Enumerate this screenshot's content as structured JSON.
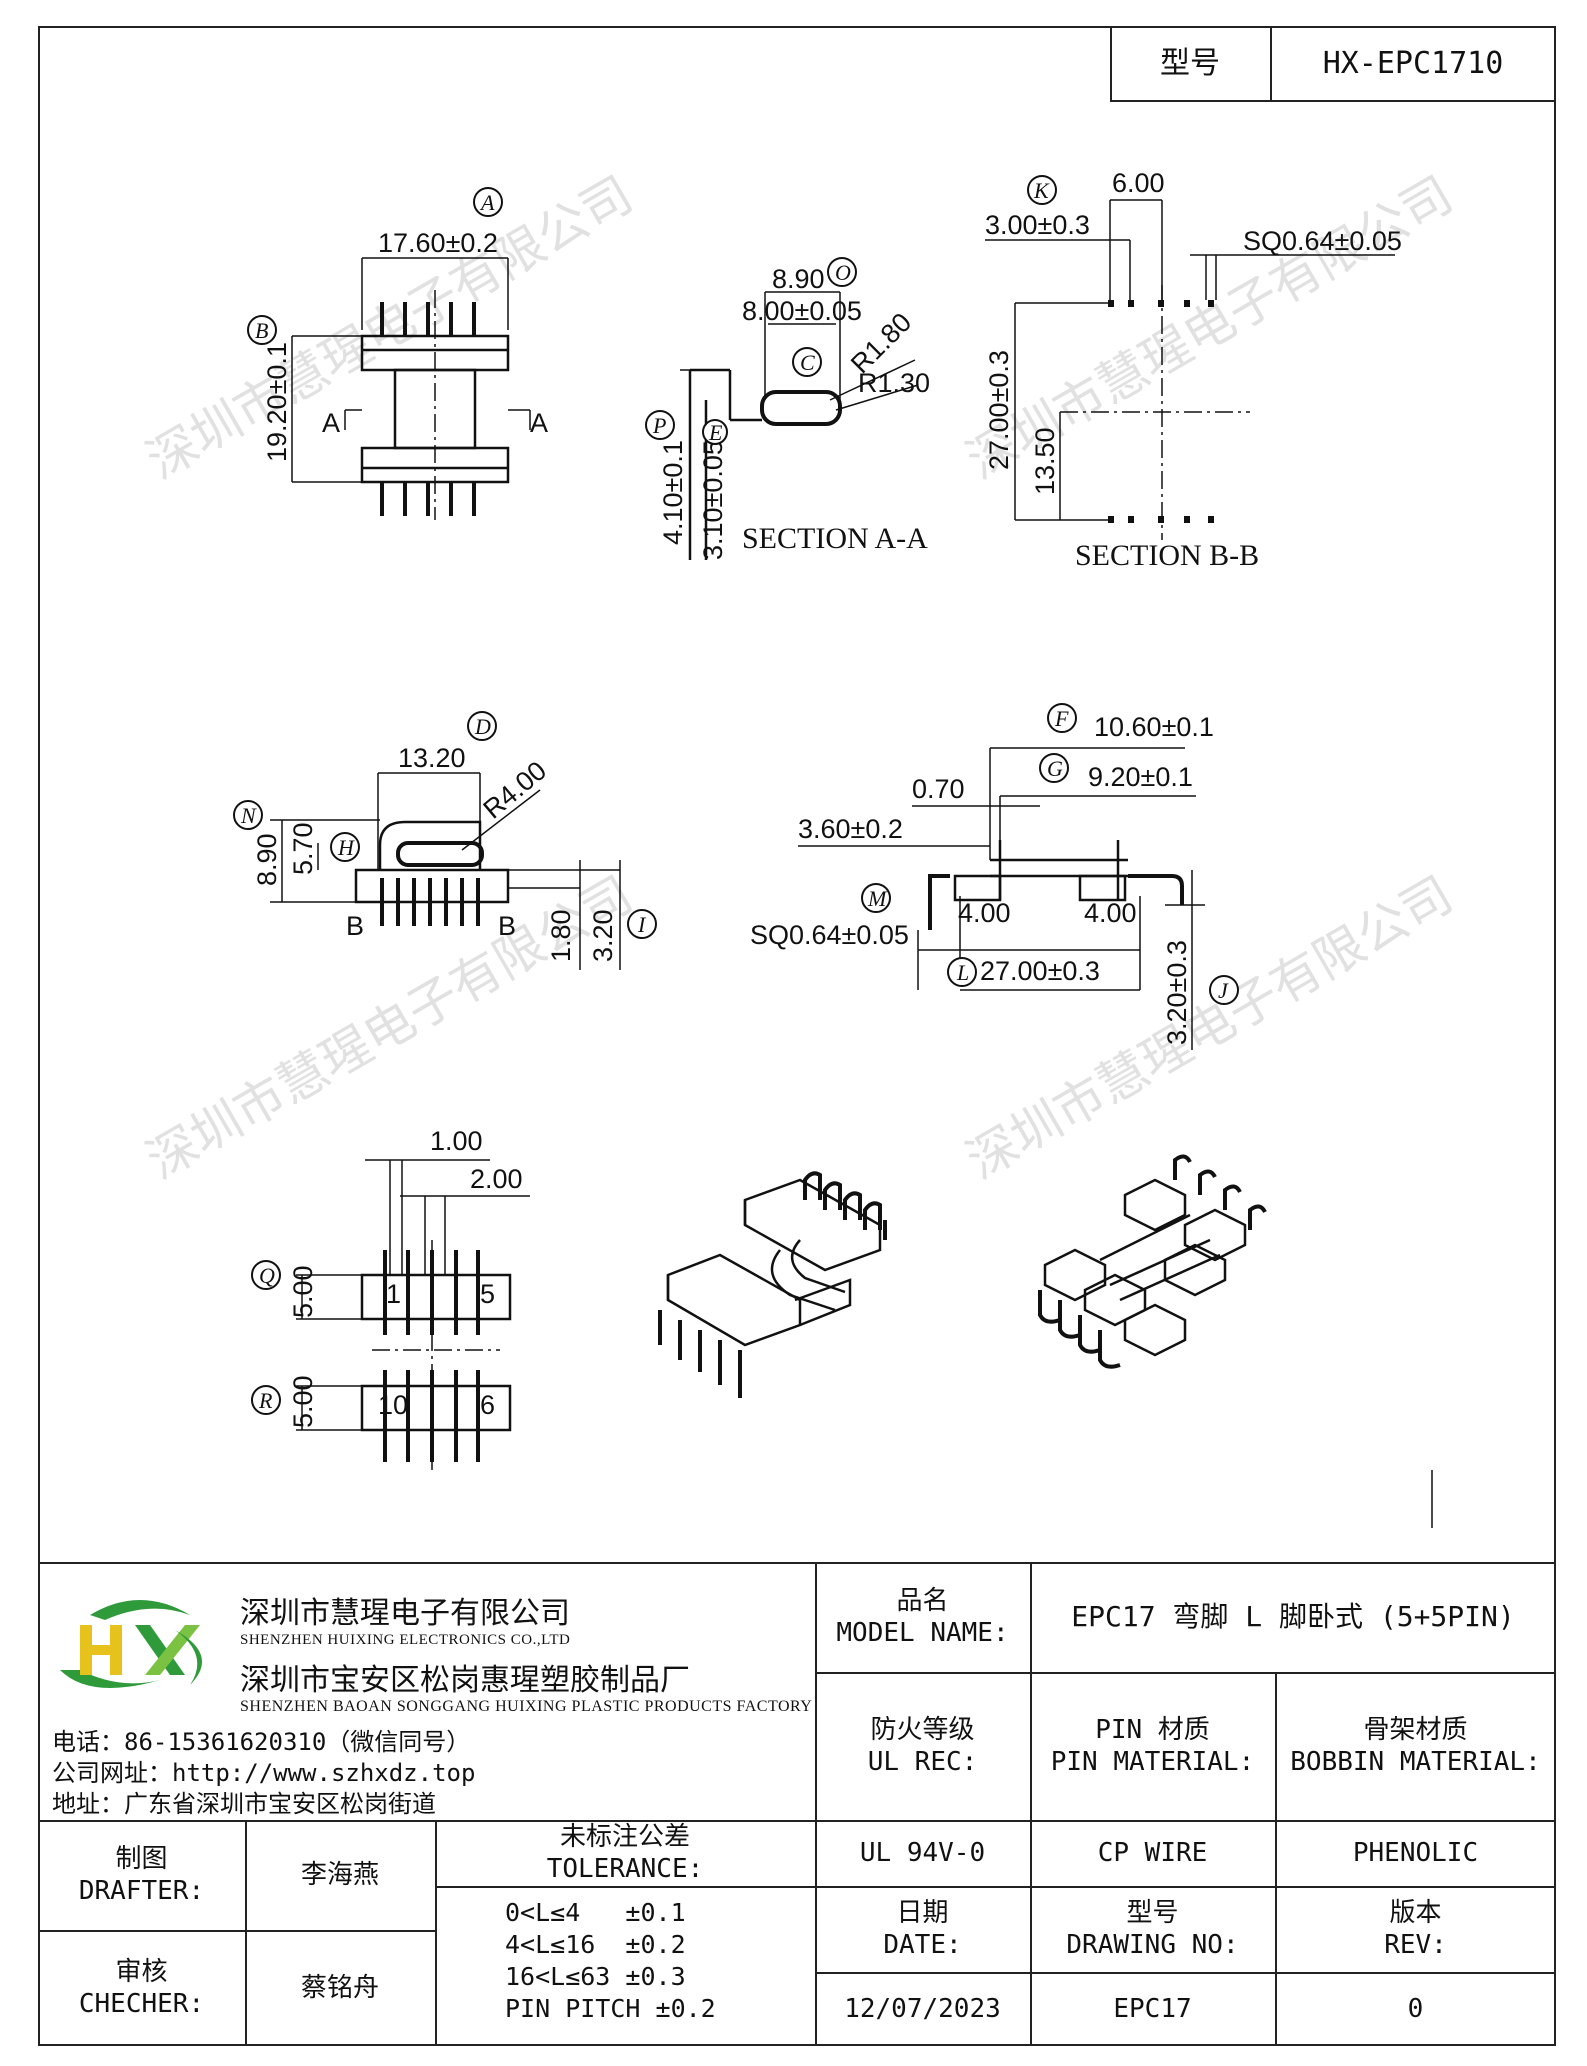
{
  "header": {
    "model_label": "型号",
    "model_value": "HX-EPC1710"
  },
  "drawing": {
    "views": {
      "front": {
        "dim_width": "17.60±0.2",
        "dim_height": "19.20±0.1",
        "balloon_a": "A",
        "balloon_b": "B",
        "section_mark_left": "A",
        "section_mark_right": "A"
      },
      "section_aa": {
        "dim_outer": "8.90",
        "dim_inner": "8.00±0.05",
        "radius_outer": "R1.80",
        "radius_inner": "R1.30",
        "dim_height_outer": "4.10±0.1",
        "dim_height_inner": "3.10±0.05",
        "balloon_o": "O",
        "balloon_c": "C",
        "balloon_p": "P",
        "balloon_e": "E",
        "title": "SECTION A-A"
      },
      "section_bb": {
        "dim_width": "6.00",
        "dim_offset": "3.00±0.3",
        "dim_pin": "SQ0.64±0.05",
        "dim_height": "27.00±0.3",
        "dim_half": "13.50",
        "balloon_k": "K",
        "title": "SECTION B-B"
      },
      "side": {
        "dim_top": "13.20",
        "radius": "R4.00",
        "dim_height": "8.90",
        "dim_inner": "5.70",
        "dim_pin1": "1.80",
        "dim_pin2": "3.20",
        "balloon_d": "D",
        "balloon_n": "N",
        "balloon_h": "H",
        "balloon_i": "I",
        "mark_b_left": "B",
        "mark_b_right": "B"
      },
      "bottom": {
        "dim_f": "10.60±0.1",
        "dim_g": "9.20±0.1",
        "dim_small": "0.70",
        "dim_offset": "3.60±0.2",
        "dim_pin": "SQ0.64±0.05",
        "dim_len": "27.00±0.3",
        "dim_h": "3.20±0.3",
        "dim_leg_left": "4.00",
        "dim_leg_right": "4.00",
        "balloon_f": "F",
        "balloon_g": "G",
        "balloon_m": "M",
        "balloon_l": "L",
        "balloon_j": "J"
      },
      "pinout": {
        "dim_1": "1.00",
        "dim_2": "2.00",
        "dim_q": "5.00",
        "dim_r": "5.00",
        "balloon_q": "Q",
        "balloon_r": "R",
        "pin_1": "1",
        "pin_5": "5",
        "pin_10": "10",
        "pin_6": "6"
      }
    },
    "watermark": "深圳市慧瑆电子有限公司"
  },
  "title_block": {
    "company_cn_1": "深圳市慧瑆电子有限公司",
    "company_en_1": "SHENZHEN HUIXING ELECTRONICS CO.,LTD",
    "company_cn_2": "深圳市宝安区松岗惠瑆塑胶制品厂",
    "company_en_2": "SHENZHEN BAOAN SONGGANG HUIXING PLASTIC PRODUCTS FACTORY",
    "phone": "电话：86-15361620310（微信同号）",
    "website": "公司网址：http://www.szhxdz.top",
    "address": "地址：广东省深圳市宝安区松岗街道",
    "logo_text": "HX",
    "model_name_cn": "品名",
    "model_name_en": "MODEL NAME:",
    "model_name_value": "EPC17 弯脚 L 脚卧式 (5+5PIN)",
    "ul_cn": "防火等级",
    "ul_en": "UL REC:",
    "pin_cn": "PIN 材质",
    "pin_en": "PIN MATERIAL:",
    "bobbin_cn": "骨架材质",
    "bobbin_en": "BOBBIN MATERIAL:",
    "ul_value": "UL 94V-0",
    "pin_value": "CP WIRE",
    "bobbin_value": "PHENOLIC",
    "drafter_cn": "制图",
    "drafter_en": "DRAFTER:",
    "drafter_name": "李海燕",
    "checker_cn": "审核",
    "checker_en": "CHECHER:",
    "checker_name": "蔡铭舟",
    "tolerance_cn": "未标注公差",
    "tolerance_en": "TOLERANCE:",
    "tolerances": [
      "0<L≤4   ±0.1",
      "4<L≤16  ±0.2",
      "16<L≤63 ±0.3",
      "PIN PITCH ±0.2"
    ],
    "date_cn": "日期",
    "date_en": "DATE:",
    "date_value": "12/07/2023",
    "drawing_no_cn": "型号",
    "drawing_no_en": "DRAWING NO:",
    "drawing_no_value": "EPC17",
    "rev_cn": "版本",
    "rev_en": "REV:",
    "rev_value": "0"
  },
  "colors": {
    "logo_green": "#2f9a3a",
    "logo_yellow": "#e8c21c",
    "logo_green_light": "#7cc242"
  }
}
